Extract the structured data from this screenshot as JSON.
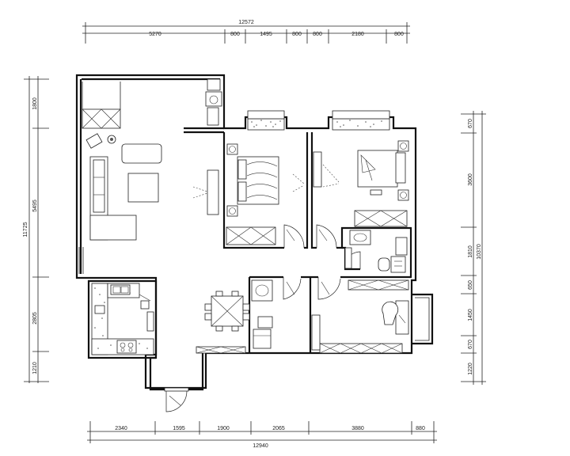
{
  "dimensions": {
    "top_total": "12572",
    "top": [
      "5270",
      "800",
      "1495",
      "800",
      "800",
      "2180",
      "800"
    ],
    "bottom_total": "12940",
    "bottom": [
      "2340",
      "1595",
      "1900",
      "2065",
      "3880",
      "880"
    ],
    "left_total": "11725",
    "left": [
      "1800",
      "5495",
      "2805",
      "1210"
    ],
    "right_total": "10370",
    "right": [
      "670",
      "3600",
      "1810",
      "650",
      "1450",
      "670",
      "1220"
    ]
  }
}
